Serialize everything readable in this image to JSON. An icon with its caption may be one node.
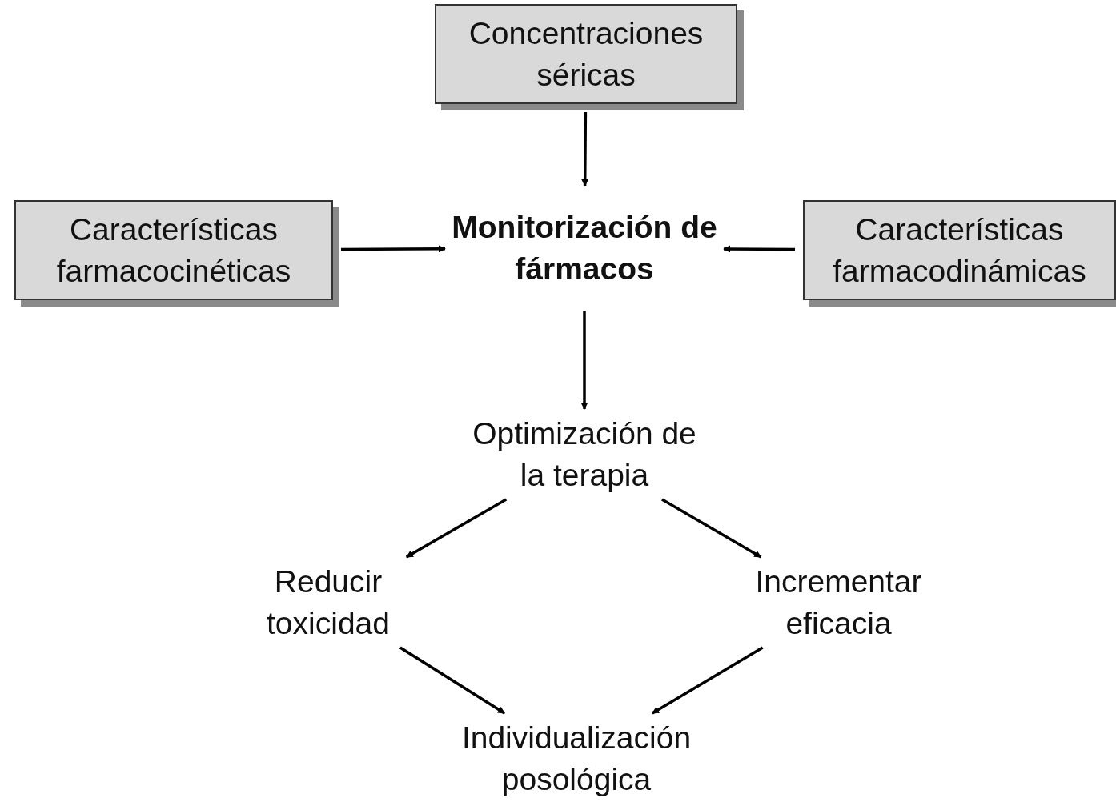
{
  "diagram": {
    "nodes": [
      {
        "text": [
          "Concentraciones séricas"
        ]
      },
      {
        "text": [
          "Características farmacocinéticas"
        ]
      },
      {
        "text": [
          "Monitorización de fármacos"
        ]
      },
      {
        "text": [
          "Características farmacodinámicas"
        ]
      },
      {
        "text": [
          "Optimización de la terapia"
        ]
      },
      {
        "text": [
          "Reducir toxicidad"
        ]
      },
      {
        "text": [
          "Incrementar eficacia"
        ]
      },
      {
        "text": [
          "Individualización posológica"
        ]
      }
    ],
    "edges": [
      {
        "from": 0,
        "to": 2,
        "arrow": "to"
      },
      {
        "from": 1,
        "to": 2,
        "arrow": "to"
      },
      {
        "from": 3,
        "to": 2,
        "arrow": "to"
      },
      {
        "from": 2,
        "to": 4,
        "arrow": "to"
      },
      {
        "from": 4,
        "to": 5,
        "arrow": "to"
      },
      {
        "from": 4,
        "to": 6,
        "arrow": "to"
      },
      {
        "from": 5,
        "to": 7,
        "arrow": "to"
      },
      {
        "from": 6,
        "to": 7,
        "arrow": "to"
      }
    ]
  }
}
